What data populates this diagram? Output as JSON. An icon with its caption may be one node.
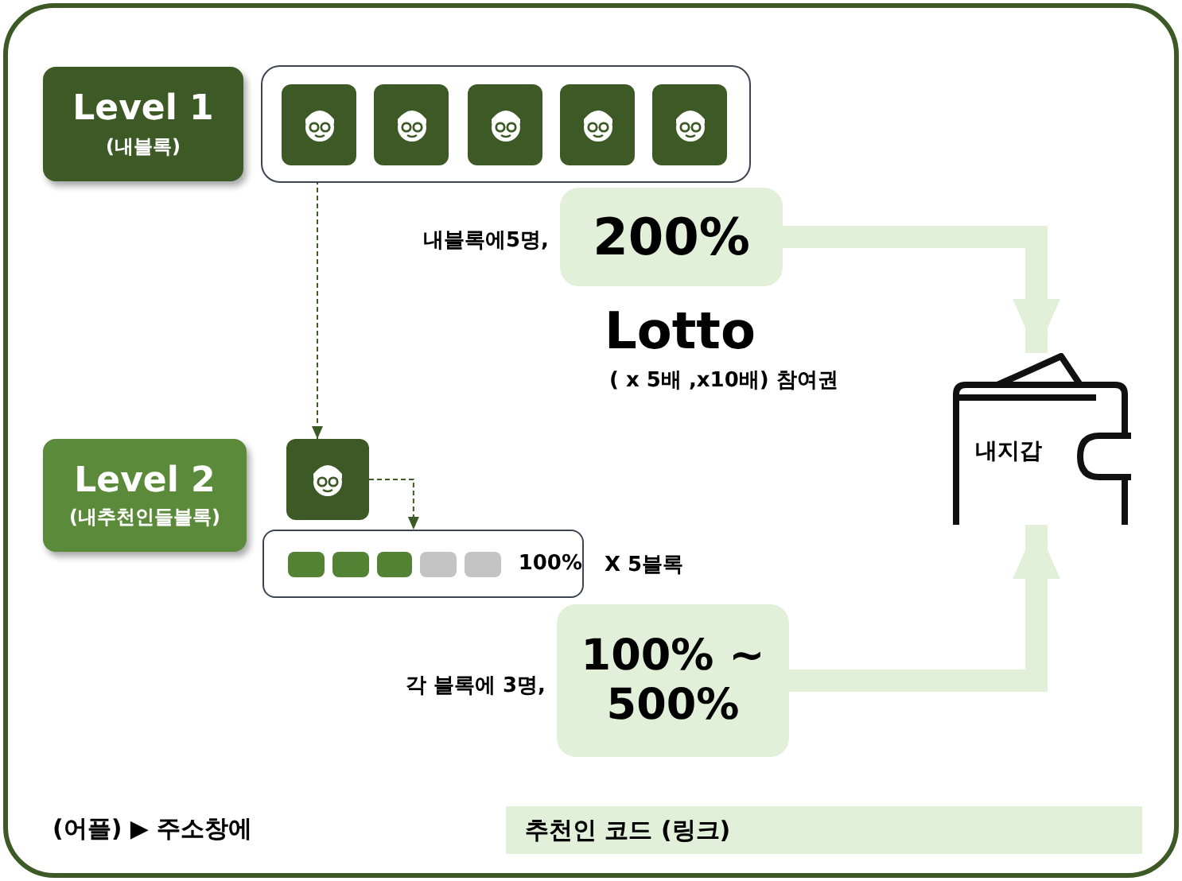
{
  "diagram": {
    "nodes": [
      {
        "text": [
          "Level 1",
          "(내블록)"
        ]
      },
      {
        "text": [],
        "shape": "box"
      },
      {
        "text": [],
        "shape": "person",
        "in": 1
      },
      {
        "text": [],
        "shape": "person",
        "in": 1
      },
      {
        "text": [],
        "shape": "person",
        "in": 1
      },
      {
        "text": [],
        "shape": "person",
        "in": 1
      },
      {
        "text": [],
        "shape": "person",
        "in": 1
      },
      {
        "text": [
          "Level 2",
          "(내추천인들블록)"
        ]
      },
      {
        "text": [],
        "shape": "person"
      },
      {
        "text": [
          "100%"
        ],
        "beside": [
          "X 5블록"
        ]
      },
      {
        "text": [
          "200%"
        ],
        "beside": [
          "내블록에5명,"
        ]
      },
      {
        "text": [
          "100% ~ 500%"
        ],
        "beside": [
          "각 블록에 3명,"
        ]
      },
      {
        "text": [
          "내지갑"
        ]
      },
      {
        "text": [
          "추천인 코드 (링크)"
        ]
      }
    ],
    "edges": [
      {
        "from": 2,
        "to": 8,
        "arrow": "to",
        "style": "dashed"
      },
      {
        "from": 8,
        "to": 9,
        "arrow": "to",
        "style": "dashed"
      },
      {
        "from": 10,
        "to": 12,
        "arrow": "to",
        "style": "thick",
        "color": "#e2efd9"
      },
      {
        "from": 11,
        "to": 12,
        "arrow": "to",
        "style": "thick",
        "color": "#e2efd9"
      }
    ],
    "labels": [
      "Lotto",
      "( x 5배 ,x10배) 참여권",
      "(어플) ▶ 주소창에"
    ]
  }
}
